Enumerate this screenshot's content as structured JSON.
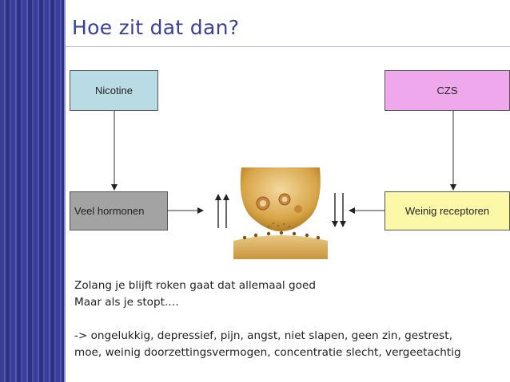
{
  "title": "Hoe zit dat dan?",
  "boxes": {
    "nicotine": "Nicotine",
    "czs": "CZS",
    "hormonen": "Veel hormonen",
    "receptoren": "Weinig receptoren"
  },
  "colors": {
    "title": "#3b3f98",
    "nicotine_box": "#b9dbe3",
    "czs_box": "#f0a8ec",
    "hormonen_box": "#a3a3a3",
    "receptoren_box": "#fbf9a8"
  },
  "text": {
    "line1": "Zolang je blijft roken gaat dat allemaal goed",
    "line2": "Maar als je stopt.…",
    "line3": "-> ongelukkig, depressief, pijn, angst, niet slapen, geen zin, gestrest,",
    "line4": "moe, weinig doorzettingsvermogen, concentratie slecht, vergeetachtig"
  }
}
